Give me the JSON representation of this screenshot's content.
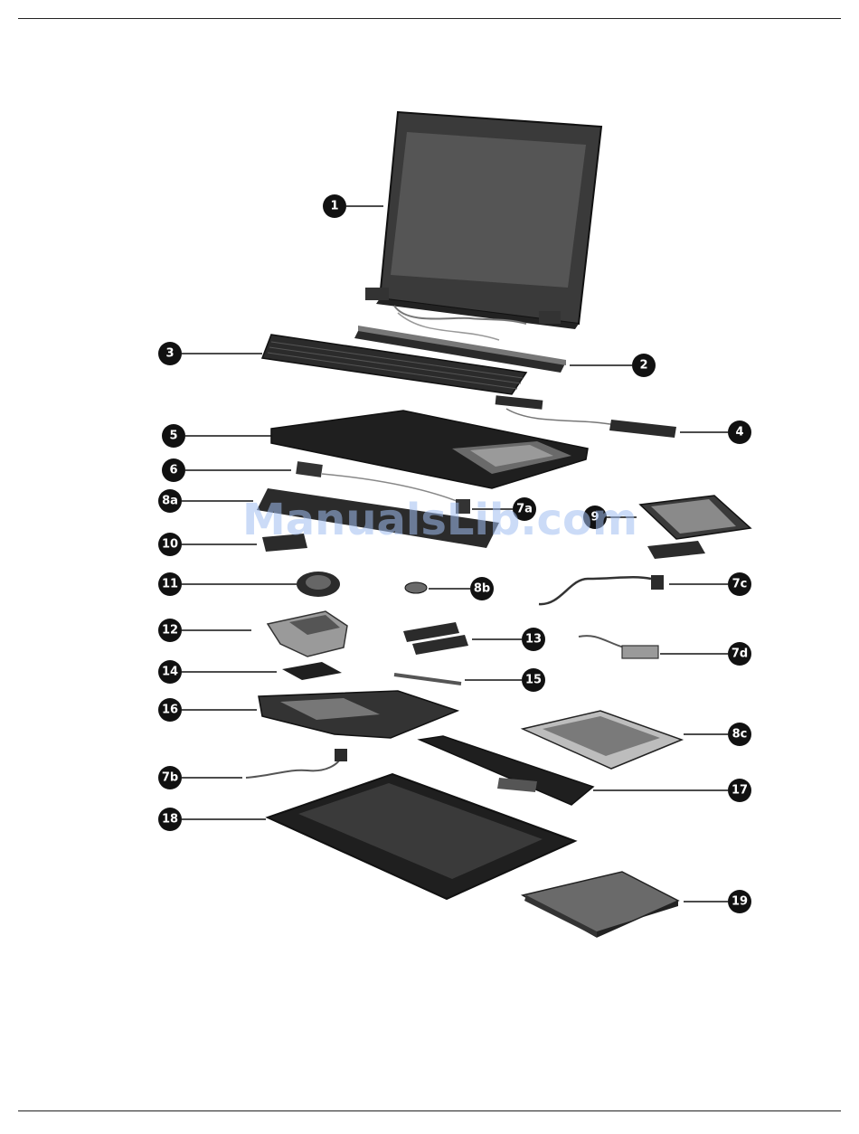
{
  "watermark": "ManualsLib.com",
  "colors": {
    "badge": "#111111",
    "badge_text": "#ffffff",
    "part_dark": "#2b2b2b",
    "part_mid": "#6a6a6a",
    "part_light": "#bdbdbd",
    "watermark": "#a0bef0"
  },
  "callouts": [
    {
      "id": "1",
      "label": "1"
    },
    {
      "id": "2",
      "label": "2"
    },
    {
      "id": "3",
      "label": "3"
    },
    {
      "id": "4",
      "label": "4"
    },
    {
      "id": "5",
      "label": "5"
    },
    {
      "id": "6",
      "label": "6"
    },
    {
      "id": "7a",
      "label": "7a"
    },
    {
      "id": "7b",
      "label": "7b"
    },
    {
      "id": "7c",
      "label": "7c"
    },
    {
      "id": "7d",
      "label": "7d"
    },
    {
      "id": "8a",
      "label": "8a"
    },
    {
      "id": "8b",
      "label": "8b"
    },
    {
      "id": "8c",
      "label": "8c"
    },
    {
      "id": "9",
      "label": "9"
    },
    {
      "id": "10",
      "label": "10"
    },
    {
      "id": "11",
      "label": "11"
    },
    {
      "id": "12",
      "label": "12"
    },
    {
      "id": "13",
      "label": "13"
    },
    {
      "id": "14",
      "label": "14"
    },
    {
      "id": "15",
      "label": "15"
    },
    {
      "id": "16",
      "label": "16"
    },
    {
      "id": "17",
      "label": "17"
    },
    {
      "id": "18",
      "label": "18"
    },
    {
      "id": "19",
      "label": "19"
    }
  ]
}
